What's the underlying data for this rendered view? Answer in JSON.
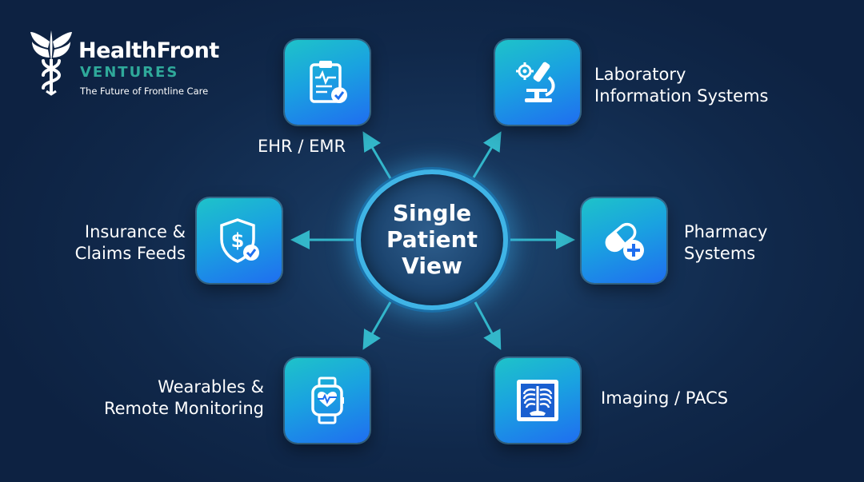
{
  "brand": {
    "name": "HealthFront",
    "subtitle": "VENTURES",
    "tagline": "The Future of Frontline Care"
  },
  "hub": {
    "lines": [
      "Single",
      "Patient",
      "View"
    ]
  },
  "nodes": {
    "ehr": {
      "lines": [
        "EHR / EMR"
      ],
      "icon": "clipboard-check-icon"
    },
    "lab": {
      "lines": [
        "Laboratory",
        "Information Systems"
      ],
      "icon": "microscope-gear-icon"
    },
    "insurance": {
      "lines": [
        "Insurance &",
        "Claims Feeds"
      ],
      "icon": "dollar-shield-check-icon"
    },
    "pharmacy": {
      "lines": [
        "Pharmacy",
        "Systems"
      ],
      "icon": "pill-plus-icon"
    },
    "wearables": {
      "lines": [
        "Wearables &",
        "Remote Monitoring"
      ],
      "icon": "smartwatch-heartbeat-icon"
    },
    "imaging": {
      "lines": [
        "Imaging / PACS"
      ],
      "icon": "xray-ribcage-icon"
    }
  },
  "colors": {
    "background": "#10284a",
    "tile_gradient_start": "#1ec3c9",
    "tile_gradient_end": "#1f6ef0",
    "arrow": "#33b7c9",
    "brand_accent": "#2fa99a"
  }
}
